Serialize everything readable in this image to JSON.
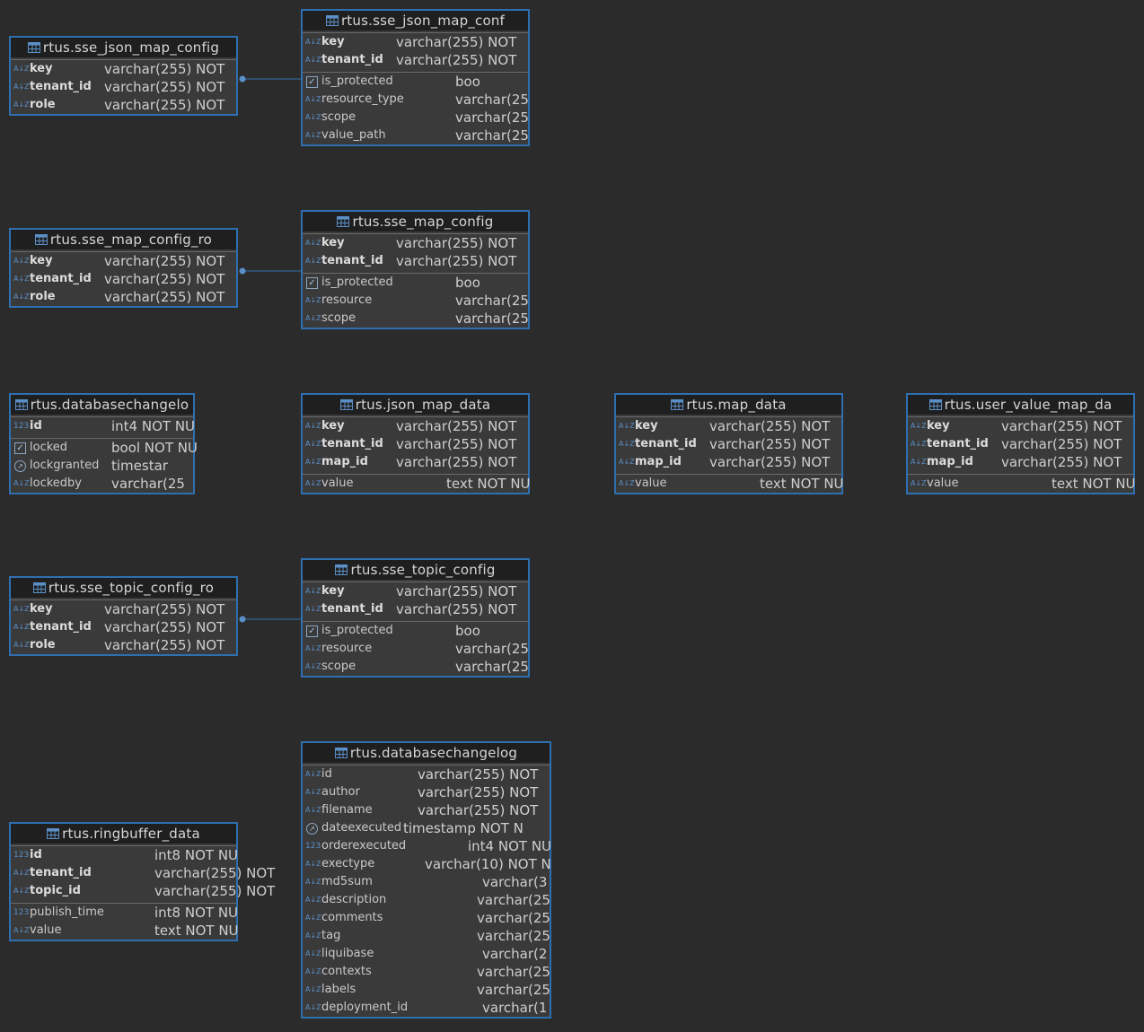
{
  "tables": [
    {
      "id": "t_sse_json_map_config_role",
      "title": "rtus.sse_json_map_config",
      "groups": [
        [
          {
            "icon": "az",
            "name": "key",
            "bold": true,
            "type": "varchar(255) NOT"
          },
          {
            "icon": "az",
            "name": "tenant_id",
            "bold": true,
            "type": "varchar(255) NOT"
          },
          {
            "icon": "az",
            "name": "role",
            "bold": true,
            "type": "varchar(255) NOT"
          }
        ]
      ]
    },
    {
      "id": "t_sse_json_map_conf",
      "title": "rtus.sse_json_map_conf",
      "groups": [
        [
          {
            "icon": "az",
            "name": "key",
            "bold": true,
            "type": "varchar(255) NOT"
          },
          {
            "icon": "az",
            "name": "tenant_id",
            "bold": true,
            "type": "varchar(255) NOT"
          }
        ],
        [
          {
            "icon": "check",
            "name": "is_protected",
            "bold": false,
            "type": "boo"
          },
          {
            "icon": "az",
            "name": "resource_type",
            "bold": false,
            "type": "varchar(25"
          },
          {
            "icon": "az",
            "name": "scope",
            "bold": false,
            "type": "varchar(25"
          },
          {
            "icon": "az",
            "name": "value_path",
            "bold": false,
            "type": "varchar(25"
          }
        ]
      ]
    },
    {
      "id": "t_sse_map_config_role",
      "title": "rtus.sse_map_config_ro",
      "groups": [
        [
          {
            "icon": "az",
            "name": "key",
            "bold": true,
            "type": "varchar(255) NOT"
          },
          {
            "icon": "az",
            "name": "tenant_id",
            "bold": true,
            "type": "varchar(255) NOT"
          },
          {
            "icon": "az",
            "name": "role",
            "bold": true,
            "type": "varchar(255) NOT"
          }
        ]
      ]
    },
    {
      "id": "t_sse_map_config",
      "title": "rtus.sse_map_config",
      "groups": [
        [
          {
            "icon": "az",
            "name": "key",
            "bold": true,
            "type": "varchar(255) NOT"
          },
          {
            "icon": "az",
            "name": "tenant_id",
            "bold": true,
            "type": "varchar(255) NOT"
          }
        ],
        [
          {
            "icon": "check",
            "name": "is_protected",
            "bold": false,
            "type": "boo"
          },
          {
            "icon": "az",
            "name": "resource",
            "bold": false,
            "type": "varchar(25"
          },
          {
            "icon": "az",
            "name": "scope",
            "bold": false,
            "type": "varchar(25"
          }
        ]
      ]
    },
    {
      "id": "t_databasechangelock",
      "title": "rtus.databasechangelo",
      "groups": [
        [
          {
            "icon": "num",
            "name": "id",
            "bold": true,
            "type": "int4 NOT NU"
          }
        ],
        [
          {
            "icon": "check",
            "name": "locked",
            "bold": false,
            "type": "bool NOT NU"
          },
          {
            "icon": "clock",
            "name": "lockgranted",
            "bold": false,
            "type": "timestar"
          },
          {
            "icon": "az",
            "name": "lockedby",
            "bold": false,
            "type": "varchar(25"
          }
        ]
      ]
    },
    {
      "id": "t_json_map_data",
      "title": "rtus.json_map_data",
      "groups": [
        [
          {
            "icon": "az",
            "name": "key",
            "bold": true,
            "type": "varchar(255) NOT"
          },
          {
            "icon": "az",
            "name": "tenant_id",
            "bold": true,
            "type": "varchar(255) NOT"
          },
          {
            "icon": "az",
            "name": "map_id",
            "bold": true,
            "type": "varchar(255) NOT"
          }
        ],
        [
          {
            "icon": "az",
            "name": "value",
            "bold": false,
            "type": "text NOT NU"
          }
        ]
      ]
    },
    {
      "id": "t_map_data",
      "title": "rtus.map_data",
      "groups": [
        [
          {
            "icon": "az",
            "name": "key",
            "bold": true,
            "type": "varchar(255) NOT"
          },
          {
            "icon": "az",
            "name": "tenant_id",
            "bold": true,
            "type": "varchar(255) NOT"
          },
          {
            "icon": "az",
            "name": "map_id",
            "bold": true,
            "type": "varchar(255) NOT"
          }
        ],
        [
          {
            "icon": "az",
            "name": "value",
            "bold": false,
            "type": "text NOT NU"
          }
        ]
      ]
    },
    {
      "id": "t_user_value_map_data",
      "title": "rtus.user_value_map_da",
      "groups": [
        [
          {
            "icon": "az",
            "name": "key",
            "bold": true,
            "type": "varchar(255) NOT"
          },
          {
            "icon": "az",
            "name": "tenant_id",
            "bold": true,
            "type": "varchar(255) NOT"
          },
          {
            "icon": "az",
            "name": "map_id",
            "bold": true,
            "type": "varchar(255) NOT"
          }
        ],
        [
          {
            "icon": "az",
            "name": "value",
            "bold": false,
            "type": "text NOT NU"
          }
        ]
      ]
    },
    {
      "id": "t_sse_topic_config_role",
      "title": "rtus.sse_topic_config_ro",
      "groups": [
        [
          {
            "icon": "az",
            "name": "key",
            "bold": true,
            "type": "varchar(255) NOT"
          },
          {
            "icon": "az",
            "name": "tenant_id",
            "bold": true,
            "type": "varchar(255) NOT"
          },
          {
            "icon": "az",
            "name": "role",
            "bold": true,
            "type": "varchar(255) NOT"
          }
        ]
      ]
    },
    {
      "id": "t_sse_topic_config",
      "title": "rtus.sse_topic_config",
      "groups": [
        [
          {
            "icon": "az",
            "name": "key",
            "bold": true,
            "type": "varchar(255) NOT"
          },
          {
            "icon": "az",
            "name": "tenant_id",
            "bold": true,
            "type": "varchar(255) NOT"
          }
        ],
        [
          {
            "icon": "check",
            "name": "is_protected",
            "bold": false,
            "type": "boo"
          },
          {
            "icon": "az",
            "name": "resource",
            "bold": false,
            "type": "varchar(25"
          },
          {
            "icon": "az",
            "name": "scope",
            "bold": false,
            "type": "varchar(25"
          }
        ]
      ]
    },
    {
      "id": "t_ringbuffer_data",
      "title": "rtus.ringbuffer_data",
      "groups": [
        [
          {
            "icon": "num",
            "name": "id",
            "bold": true,
            "type": "int8 NOT NU"
          },
          {
            "icon": "az",
            "name": "tenant_id",
            "bold": true,
            "type": "varchar(255) NOT"
          },
          {
            "icon": "az",
            "name": "topic_id",
            "bold": true,
            "type": "varchar(255) NOT"
          }
        ],
        [
          {
            "icon": "num",
            "name": "publish_time",
            "bold": false,
            "type": "int8 NOT NU"
          },
          {
            "icon": "az",
            "name": "value",
            "bold": false,
            "type": "text NOT NU"
          }
        ]
      ]
    },
    {
      "id": "t_databasechangelog",
      "title": "rtus.databasechangelog",
      "groups": [
        [
          {
            "icon": "az",
            "name": "id",
            "bold": false,
            "type": "varchar(255) NOT"
          },
          {
            "icon": "az",
            "name": "author",
            "bold": false,
            "type": "varchar(255) NOT"
          },
          {
            "icon": "az",
            "name": "filename",
            "bold": false,
            "type": "varchar(255) NOT"
          },
          {
            "icon": "clock",
            "name": "dateexecuted",
            "bold": false,
            "type": "timestamp NOT N"
          },
          {
            "icon": "num",
            "name": "orderexecuted",
            "bold": false,
            "type": "int4 NOT NU"
          },
          {
            "icon": "az",
            "name": "exectype",
            "bold": false,
            "type": "varchar(10) NOT N"
          },
          {
            "icon": "az",
            "name": "md5sum",
            "bold": false,
            "type": "varchar(3"
          },
          {
            "icon": "az",
            "name": "description",
            "bold": false,
            "type": "varchar(25"
          },
          {
            "icon": "az",
            "name": "comments",
            "bold": false,
            "type": "varchar(25"
          },
          {
            "icon": "az",
            "name": "tag",
            "bold": false,
            "type": "varchar(25"
          },
          {
            "icon": "az",
            "name": "liquibase",
            "bold": false,
            "type": "varchar(2"
          },
          {
            "icon": "az",
            "name": "contexts",
            "bold": false,
            "type": "varchar(25"
          },
          {
            "icon": "az",
            "name": "labels",
            "bold": false,
            "type": "varchar(25"
          },
          {
            "icon": "az",
            "name": "deployment_id",
            "bold": false,
            "type": "varchar(1"
          }
        ]
      ]
    }
  ],
  "links": [
    {
      "from": "t_sse_json_map_config_role",
      "to": "t_sse_json_map_conf"
    },
    {
      "from": "t_sse_map_config_role",
      "to": "t_sse_map_config"
    },
    {
      "from": "t_sse_topic_config_role",
      "to": "t_sse_topic_config"
    }
  ],
  "colors": {
    "background": "#2b2b2b",
    "border": "#2f6fb0",
    "header": "#1f1f1f",
    "icon": "#5b8fc7"
  }
}
